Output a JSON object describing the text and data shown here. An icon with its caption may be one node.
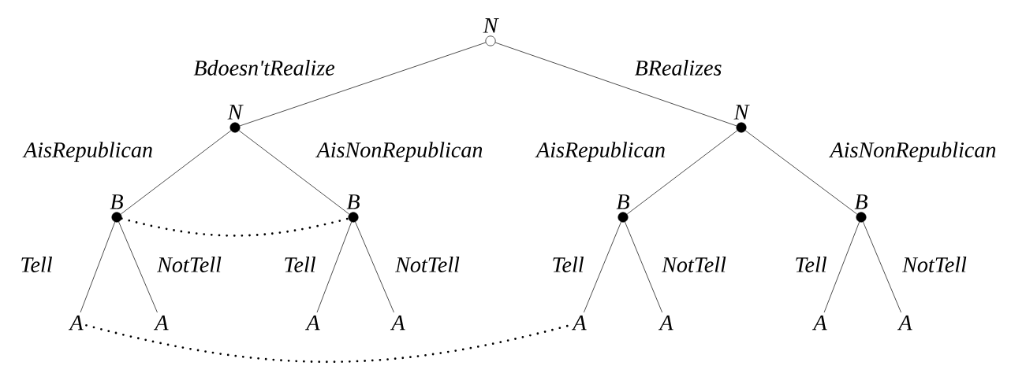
{
  "diagram": {
    "nodes": [
      {
        "text": [
          "N"
        ]
      },
      {
        "text": [
          "N"
        ]
      },
      {
        "text": [
          "N"
        ]
      },
      {
        "text": [
          "B"
        ]
      },
      {
        "text": [
          "B"
        ]
      },
      {
        "text": [
          "B"
        ]
      },
      {
        "text": [
          "B"
        ]
      },
      {
        "text": [
          "A"
        ]
      },
      {
        "text": [
          "A"
        ]
      },
      {
        "text": [
          "A"
        ]
      },
      {
        "text": [
          "A"
        ]
      },
      {
        "text": [
          "A"
        ]
      },
      {
        "text": [
          "A"
        ]
      },
      {
        "text": [
          "A"
        ]
      },
      {
        "text": [
          "A"
        ]
      }
    ],
    "edges": [
      {
        "from": 0,
        "to": 1,
        "arrow": "none",
        "label": "Bdoesn'tRealize"
      },
      {
        "from": 0,
        "to": 2,
        "arrow": "none",
        "label": "BRealizes"
      },
      {
        "from": 1,
        "to": 3,
        "arrow": "none",
        "label": "AisRepublican"
      },
      {
        "from": 1,
        "to": 4,
        "arrow": "none",
        "label": "AisNonRepublican"
      },
      {
        "from": 2,
        "to": 5,
        "arrow": "none",
        "label": "AisRepublican"
      },
      {
        "from": 2,
        "to": 6,
        "arrow": "none",
        "label": "AisNonRepublican"
      },
      {
        "from": 3,
        "to": 7,
        "arrow": "none",
        "label": "Tell"
      },
      {
        "from": 3,
        "to": 8,
        "arrow": "none",
        "label": "NotTell"
      },
      {
        "from": 4,
        "to": 9,
        "arrow": "none",
        "label": "Tell"
      },
      {
        "from": 4,
        "to": 10,
        "arrow": "none",
        "label": "NotTell"
      },
      {
        "from": 5,
        "to": 11,
        "arrow": "none",
        "label": "Tell"
      },
      {
        "from": 5,
        "to": 12,
        "arrow": "none",
        "label": "NotTell"
      },
      {
        "from": 6,
        "to": 13,
        "arrow": "none",
        "label": "Tell"
      },
      {
        "from": 6,
        "to": 14,
        "arrow": "none",
        "label": "NotTell"
      },
      {
        "from": 3,
        "to": 4,
        "arrow": "none",
        "style": "dashed"
      },
      {
        "from": 7,
        "to": 11,
        "arrow": "none",
        "style": "dashed"
      }
    ]
  }
}
